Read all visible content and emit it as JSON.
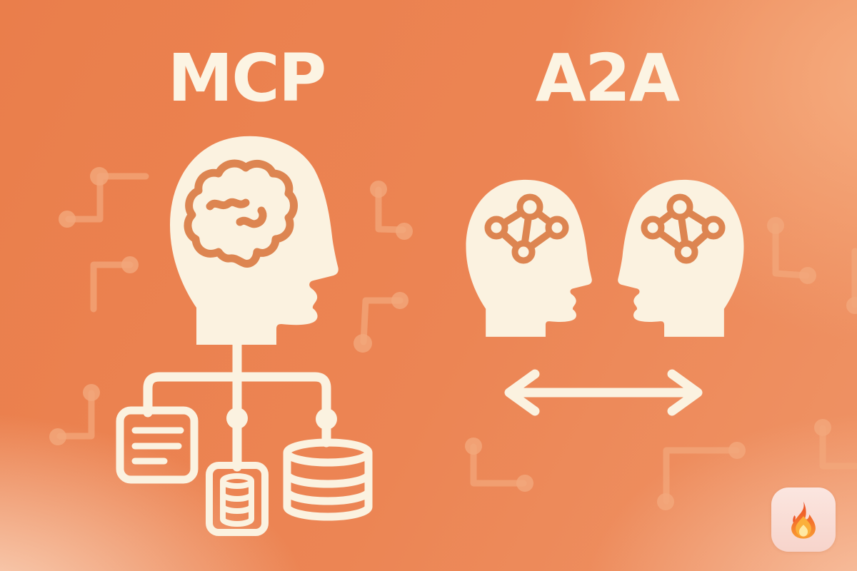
{
  "page": {
    "kind": "protocol-comparison-illustration"
  },
  "left_panel": {
    "title": "MCP",
    "icons": [
      "head-brain-icon",
      "tree-connector",
      "document-icon",
      "server-icon",
      "database-icon"
    ]
  },
  "right_panel": {
    "title": "A2A",
    "icons": [
      "agent-head-left-icon",
      "agent-head-right-icon",
      "bidirectional-arrow-icon"
    ]
  },
  "decorations": {
    "circuit_traces": "circuit-traces-decoration",
    "watermark": "flame-app-icon"
  },
  "colors": {
    "background_base": "#EC8352",
    "background_top_right": "#F5A877",
    "background_bottom_left": "#F8D8C0",
    "cream": "#FBF2E0",
    "title_cream": "#FCF4E3",
    "accent_orange": "#DD8551",
    "trace_orange": "#F3A87C",
    "flame_tile_background": "#F9DCD5"
  }
}
